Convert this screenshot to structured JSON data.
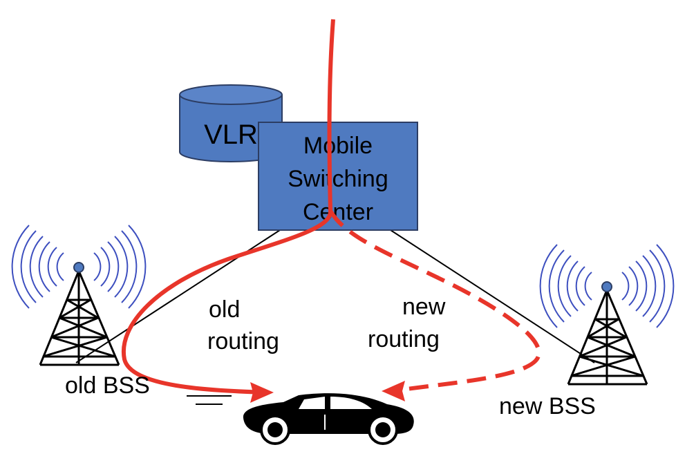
{
  "labels": {
    "vlr": "VLR",
    "msc_line1": "Mobile",
    "msc_line2": "Switching",
    "msc_line3": "Center",
    "old_routing_line1": "old",
    "old_routing_line2": "routing",
    "new_routing_line1": "new",
    "new_routing_line2": "routing",
    "old_bss": "old BSS",
    "new_bss": "new BSS"
  },
  "colors": {
    "box_fill": "#4f7ac0",
    "box_stroke": "#2c3d63",
    "route": "#e8352a",
    "waves": "#3d4fbf",
    "tower": "#000000"
  },
  "icons": {
    "database": "database-cylinder-icon",
    "tower": "radio-tower-icon",
    "car": "car-icon"
  }
}
